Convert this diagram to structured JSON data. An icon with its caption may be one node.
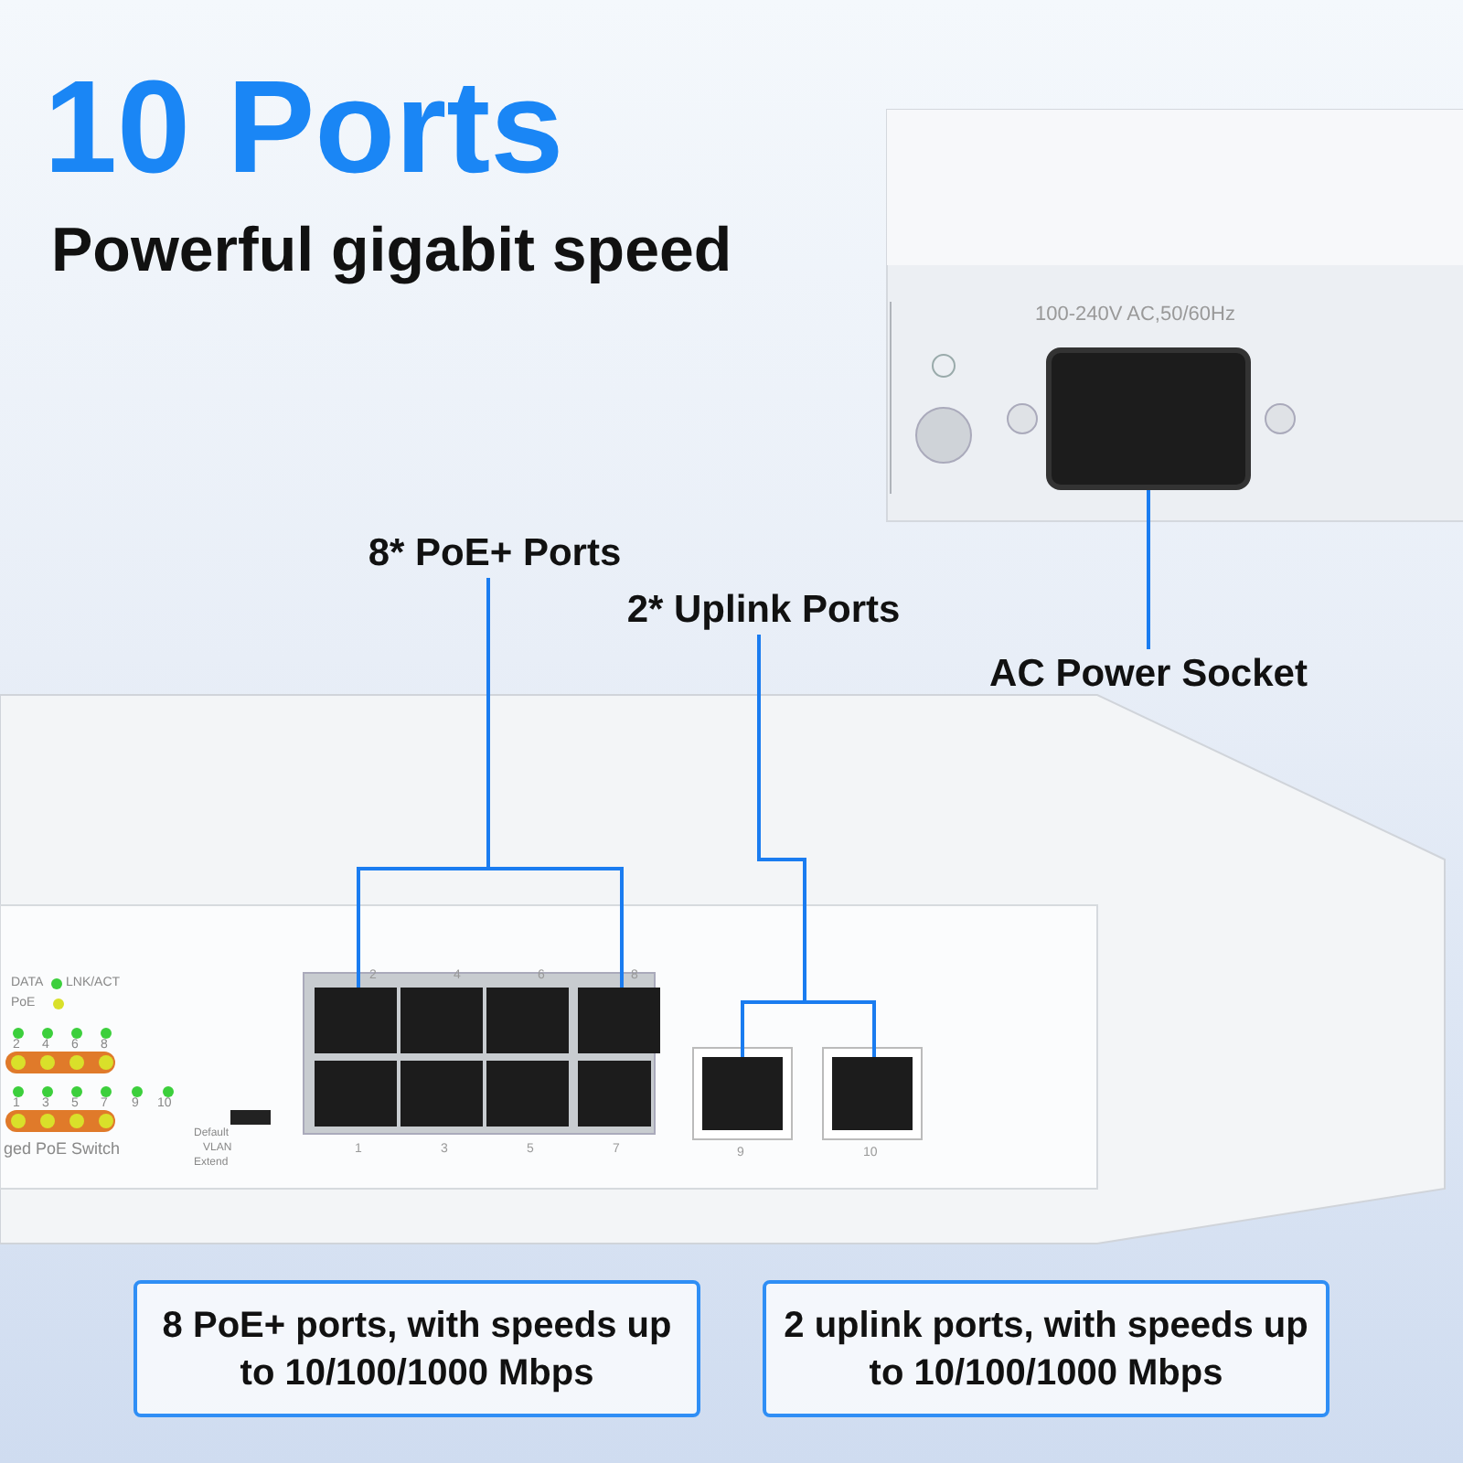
{
  "diagram": {
    "title": "10 Ports",
    "nodes": [
      {
        "text": [
          "8* PoE+ Ports"
        ]
      },
      {
        "text": [],
        "shape": "box"
      },
      {
        "text": [],
        "shape": "box"
      },
      {
        "text": [
          "2* Uplink Ports"
        ]
      },
      {
        "text": [],
        "shape": "box"
      },
      {
        "text": [],
        "shape": "box"
      },
      {
        "text": [
          "AC Power Socket"
        ]
      },
      {
        "text": [],
        "shape": "box"
      },
      {
        "text": [
          "8 PoE+ ports, with speeds up to 10/100/1000 Mbps"
        ]
      },
      {
        "text": [
          "2 uplink ports, with speeds up to 10/100/1000 Mbps"
        ]
      }
    ],
    "edges": [
      {
        "from": 0,
        "to": 1,
        "arrow": "none"
      },
      {
        "from": 0,
        "to": 2,
        "arrow": "none"
      },
      {
        "from": 3,
        "to": 4,
        "arrow": "none"
      },
      {
        "from": 3,
        "to": 5,
        "arrow": "none"
      },
      {
        "from": 6,
        "to": 7,
        "arrow": "none"
      }
    ],
    "labels": [
      "Powerful gigabit speed",
      "100-240V AC,50/60Hz",
      "DATA",
      "LNK/ACT",
      "PoE",
      "2",
      "4",
      "6",
      "8",
      "1",
      "3",
      "5",
      "7",
      "9",
      "10",
      "ged PoE Switch",
      "Default",
      "VLAN",
      "Extend",
      "2",
      "4",
      "6",
      "8",
      "1",
      "3",
      "5",
      "7",
      "9",
      "10"
    ]
  }
}
